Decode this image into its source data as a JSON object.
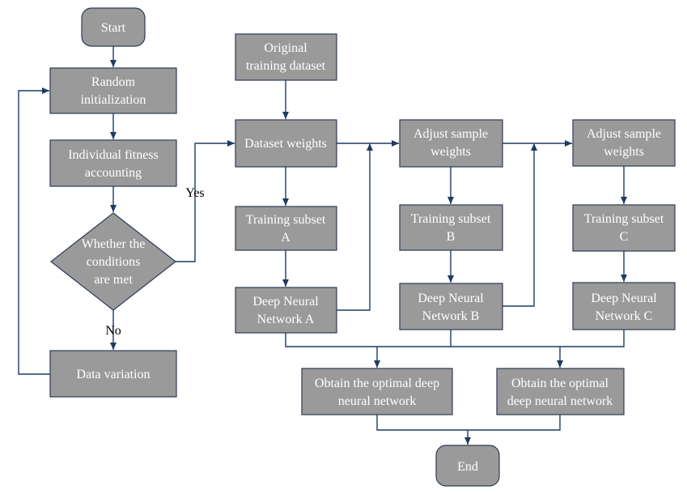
{
  "nodes": {
    "start": "Start",
    "random_init": [
      "Random",
      "initialization"
    ],
    "fitness": [
      "Individual fitness",
      "accounting"
    ],
    "decision": [
      "Whether the",
      "conditions",
      "are met"
    ],
    "data_variation": "Data variation",
    "original": [
      "Original",
      "training dataset"
    ],
    "dataset_weights": "Dataset weights",
    "adjust_b": [
      "Adjust sample",
      "weights"
    ],
    "adjust_c": [
      "Adjust sample",
      "weights"
    ],
    "subset_a": [
      "Training subset",
      "A"
    ],
    "subset_b": [
      "Training subset",
      "B"
    ],
    "subset_c": [
      "Training subset",
      "C"
    ],
    "dnn_a": [
      "Deep Neural",
      "Network A"
    ],
    "dnn_b": [
      "Deep Neural",
      "Network B"
    ],
    "dnn_c": [
      "Deep Neural",
      "Network C"
    ],
    "optimal_left": [
      "Obtain the optimal deep",
      "neural network"
    ],
    "optimal_right": [
      "Obtain the optimal",
      "deep neural network"
    ],
    "end": "End"
  },
  "edge_labels": {
    "yes": "Yes",
    "no": "No"
  },
  "colors": {
    "box_fill": "#9a9a9a",
    "box_stroke": "#2e3b55",
    "connector": "#1f3a63",
    "label_text": "#ffffff"
  }
}
